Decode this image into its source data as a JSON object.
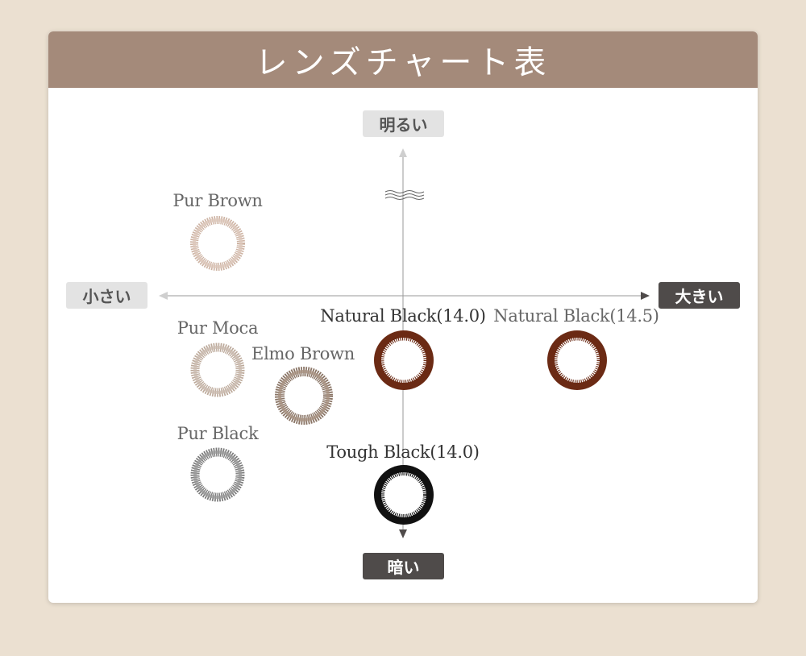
{
  "title": "レンズチャート表",
  "axes": {
    "top": "明るい",
    "bottom": "暗い",
    "left": "小さい",
    "right": "大きい"
  },
  "lenses": [
    {
      "name": "Pur Brown",
      "color": "#cdb3a3"
    },
    {
      "name": "Pur Moca",
      "color": "#bca99a"
    },
    {
      "name": "Elmo Brown",
      "color": "#8a7566"
    },
    {
      "name": "Pur Black",
      "color": "#7a7a7a"
    },
    {
      "name": "Natural Black(14.0)",
      "color": "#6b2a14"
    },
    {
      "name": "Natural Black(14.5)",
      "color": "#6b2a14"
    },
    {
      "name": "Tough Black(14.0)",
      "color": "#111111"
    }
  ],
  "colors": {
    "background": "#ebe0d1",
    "header": "#a48a7a",
    "axis_light": "#e3e3e3",
    "axis_dark": "#4f4b4a"
  }
}
